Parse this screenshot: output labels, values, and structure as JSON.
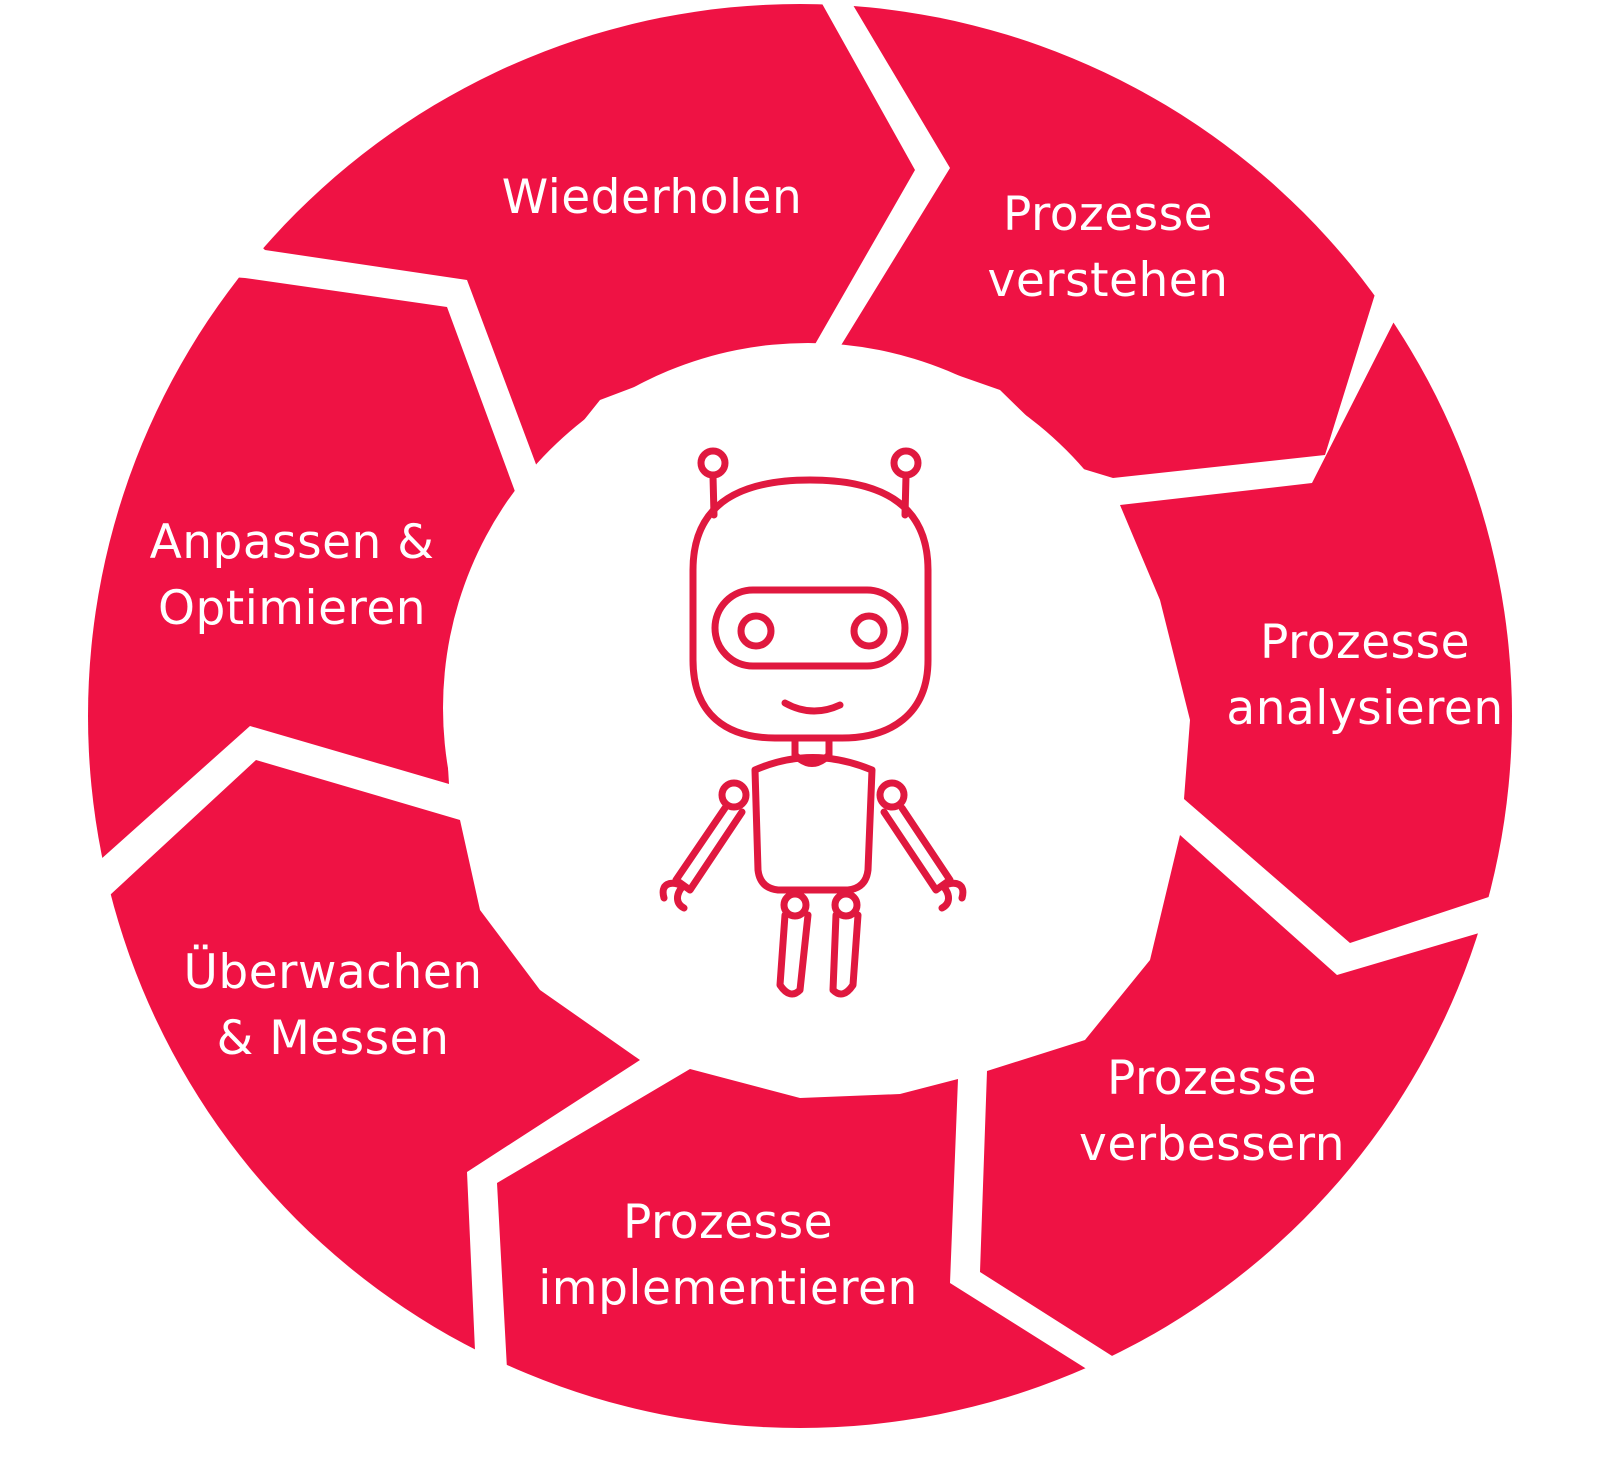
{
  "diagram": {
    "type": "cycle",
    "colors": {
      "segment_fill": "#EF1244",
      "background": "#FFFFFF",
      "label_text": "#FFFFFF",
      "robot_stroke": "#E0183F"
    },
    "center_icon": "robot-icon",
    "steps": [
      {
        "line1": "Prozesse",
        "line2": "verstehen"
      },
      {
        "line1": "Prozesse",
        "line2": "analysieren"
      },
      {
        "line1": "Prozesse",
        "line2": "verbessern"
      },
      {
        "line1": "Prozesse",
        "line2": "implementieren"
      },
      {
        "line1": "Überwachen",
        "line2": "& Messen"
      },
      {
        "line1": "Anpassen &",
        "line2": "Optimieren"
      },
      {
        "line1": "Wiederholen",
        "line2": ""
      }
    ]
  }
}
